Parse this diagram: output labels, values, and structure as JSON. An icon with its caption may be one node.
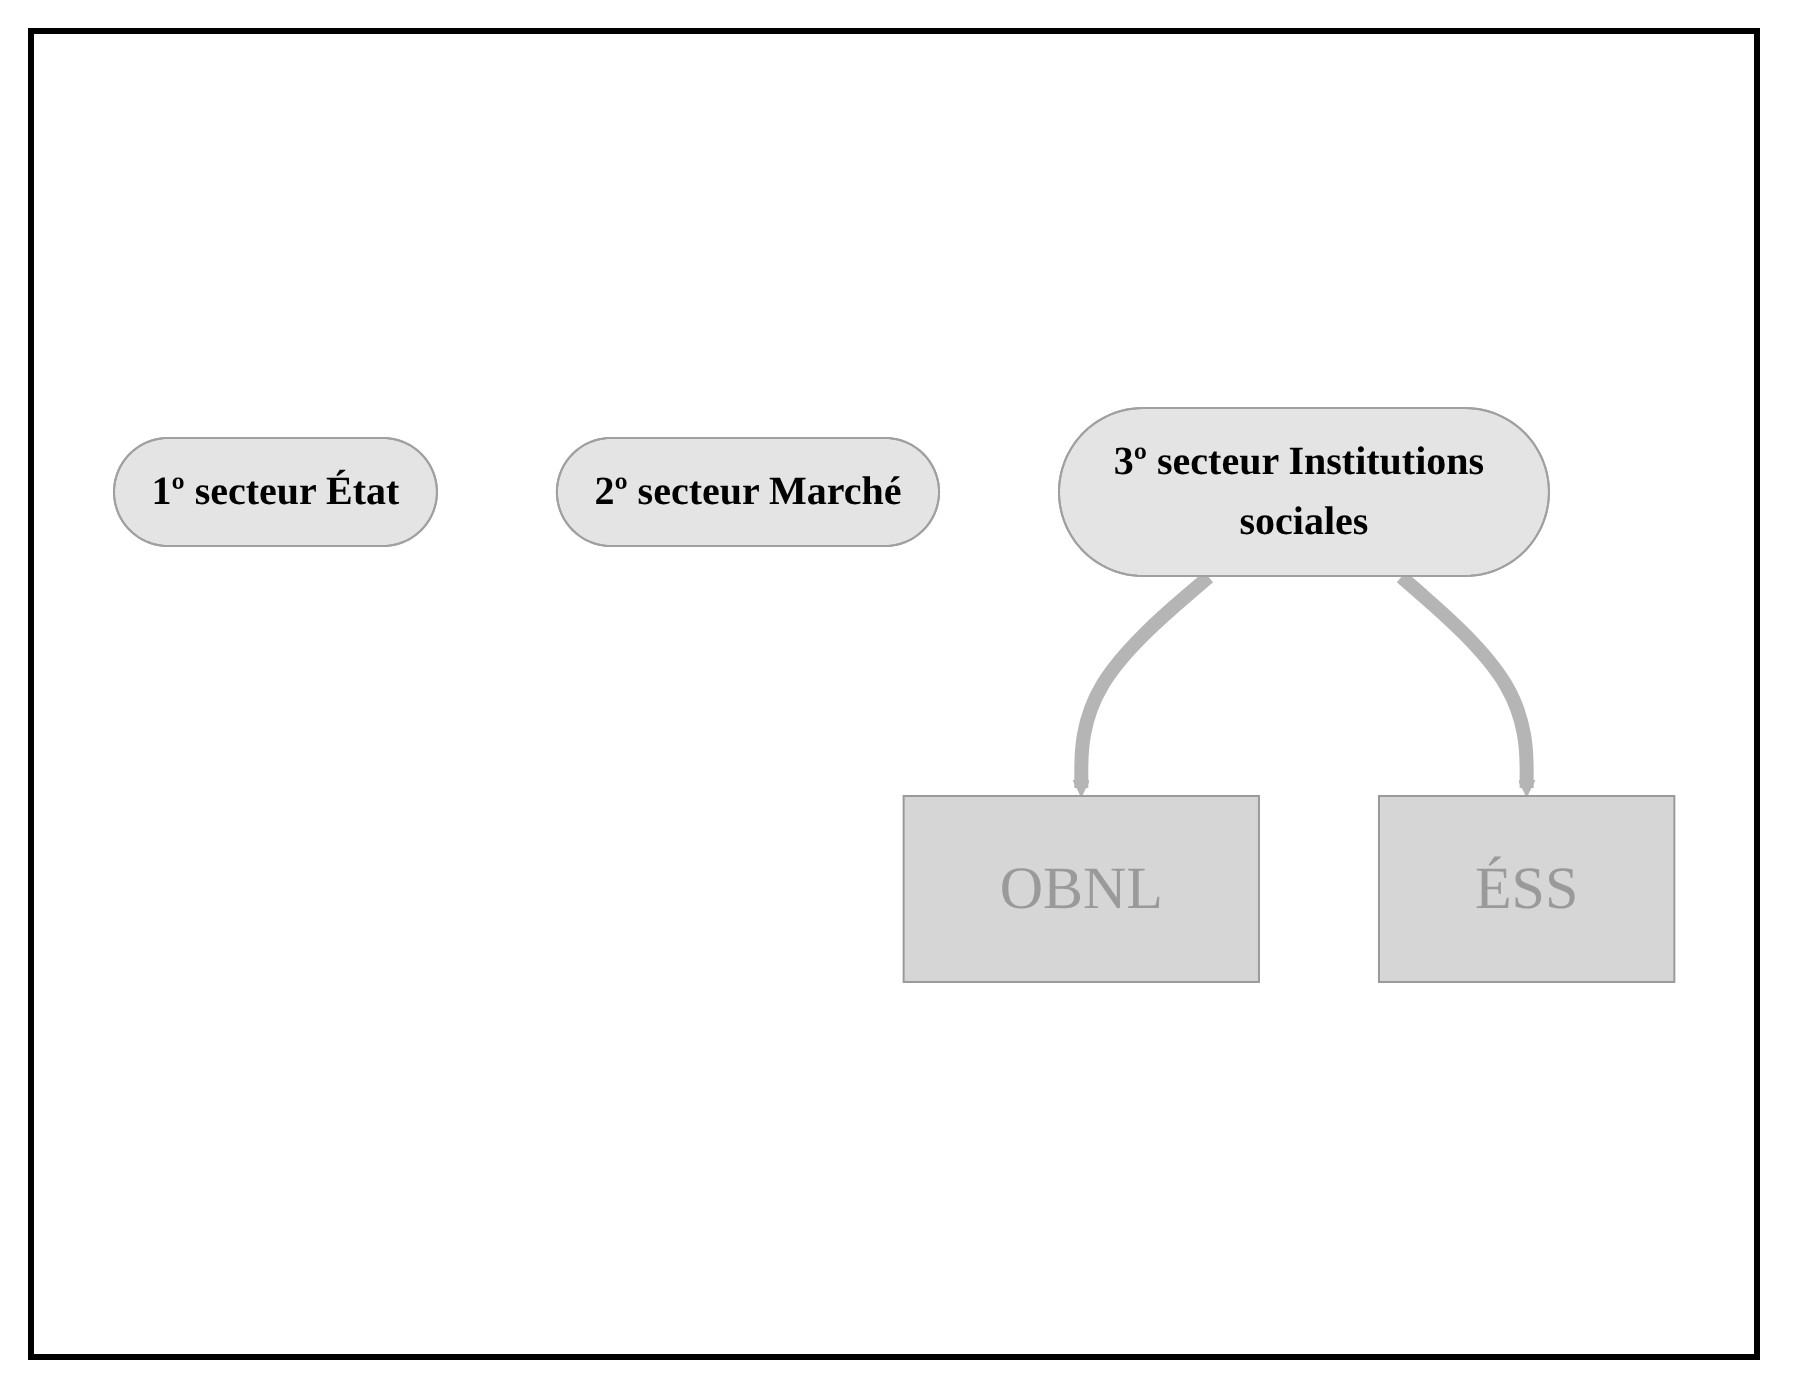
{
  "diagram": {
    "nodes": [
      {
        "text": [
          "1º secteur État"
        ]
      },
      {
        "text": [
          "2º secteur Marché"
        ]
      },
      {
        "text": [
          "3º secteur Institutions sociales"
        ]
      },
      {
        "text": [
          "OBNL"
        ]
      },
      {
        "text": [
          "ÉSS"
        ]
      }
    ],
    "edges": [
      {
        "from": 2,
        "to": 3,
        "arrow": "to"
      },
      {
        "from": 2,
        "to": 4,
        "arrow": "to"
      }
    ]
  }
}
